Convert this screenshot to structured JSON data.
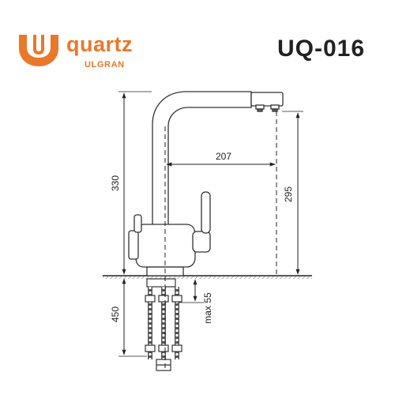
{
  "brand": {
    "name": "quartz",
    "sub": "ULGRAN",
    "color": "#e9782a",
    "icon": "ulgran-u-logo-icon"
  },
  "model": "UQ-016",
  "dimensions": {
    "height_total": "330",
    "spout_reach": "207",
    "spout_height": "295",
    "hose_length": "450",
    "shank_length": "max 55"
  },
  "colors": {
    "line": "#222222",
    "hatch": "#777777",
    "faucet_stroke": "#333333"
  }
}
